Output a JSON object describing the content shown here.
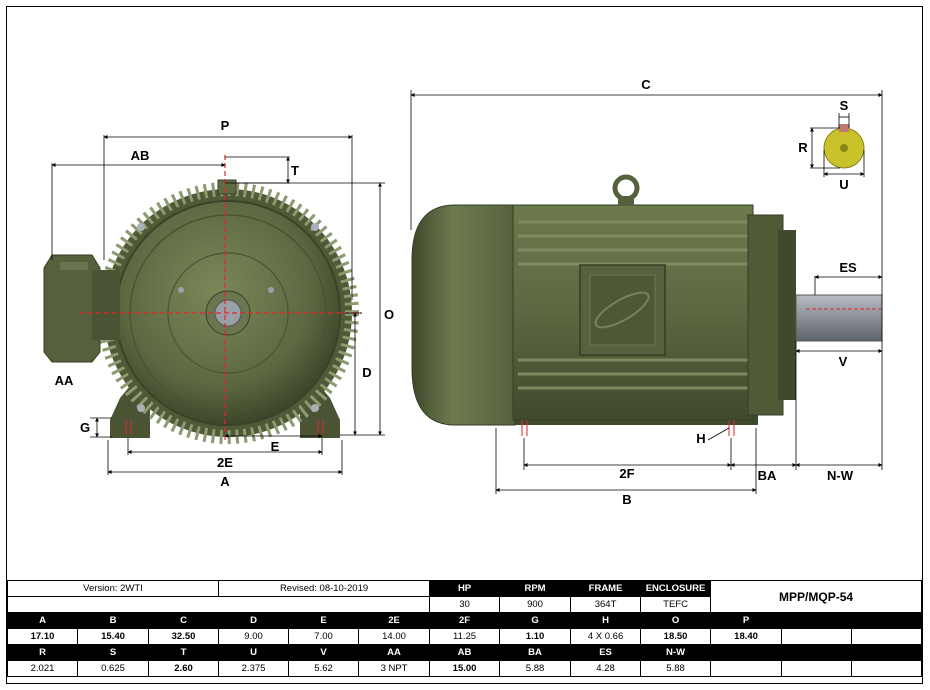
{
  "drawing": {
    "dimension_labels": {
      "P": "P",
      "AB": "AB",
      "T": "T",
      "O": "O",
      "AA": "AA",
      "D": "D",
      "G": "G",
      "E": "E",
      "2E": "2E",
      "A": "A",
      "C": "C",
      "S": "S",
      "R": "R",
      "U": "U",
      "ES": "ES",
      "V": "V",
      "H": "H",
      "2F": "2F",
      "BA": "BA",
      "NW": "N-W",
      "B": "B"
    },
    "colors": {
      "motor_body": "#5f6b44",
      "motor_dark": "#3e482c",
      "centerline": "#e0262b",
      "shaft_key": "#c9c22a"
    }
  },
  "info": {
    "version": "Version: 2WTI",
    "revised": "Revised: 08-10-2019",
    "model": "MPP/MQP-54"
  },
  "spec_header": [
    "HP",
    "RPM",
    "FRAME",
    "ENCLOSURE"
  ],
  "spec_values": [
    "30",
    "900",
    "364T",
    "TEFC"
  ],
  "dims_row1": {
    "labels": [
      "A",
      "B",
      "C",
      "D",
      "E",
      "2E",
      "2F",
      "G",
      "H",
      "O",
      "P",
      "",
      ""
    ],
    "values": [
      "17.10",
      "15.40",
      "32.50",
      "9.00",
      "7.00",
      "14.00",
      "11.25",
      "1.10",
      "4 X 0.66",
      "18.50",
      "18.40",
      "",
      ""
    ]
  },
  "dims_row2": {
    "labels": [
      "R",
      "S",
      "T",
      "U",
      "V",
      "AA",
      "AB",
      "BA",
      "ES",
      "N-W",
      "",
      "",
      ""
    ],
    "values": [
      "2.021",
      "0.625",
      "2.60",
      "2.375",
      "5.62",
      "3 NPT",
      "15.00",
      "5.88",
      "4.28",
      "5.88",
      "",
      "",
      ""
    ]
  }
}
